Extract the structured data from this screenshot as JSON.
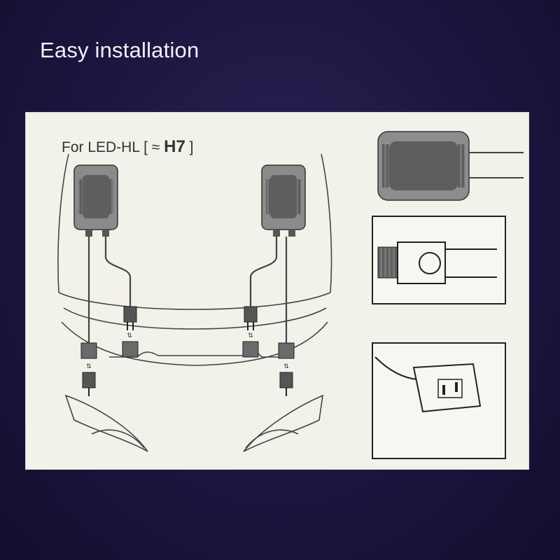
{
  "page": {
    "title": "Easy installation"
  },
  "panel": {
    "label_prefix": "For LED-HL [",
    "approx_symbol": "≈",
    "model": "H7",
    "label_suffix": "]"
  },
  "colors": {
    "background": "#1b1640",
    "panel": "#f2f1ea",
    "ink": "#3a3a3a",
    "module_body": "#8a8a8a"
  },
  "icons": [
    "led-control-module-icon",
    "plug-connector-icon",
    "socket-connector-icon",
    "headlight-bulb-icon"
  ]
}
